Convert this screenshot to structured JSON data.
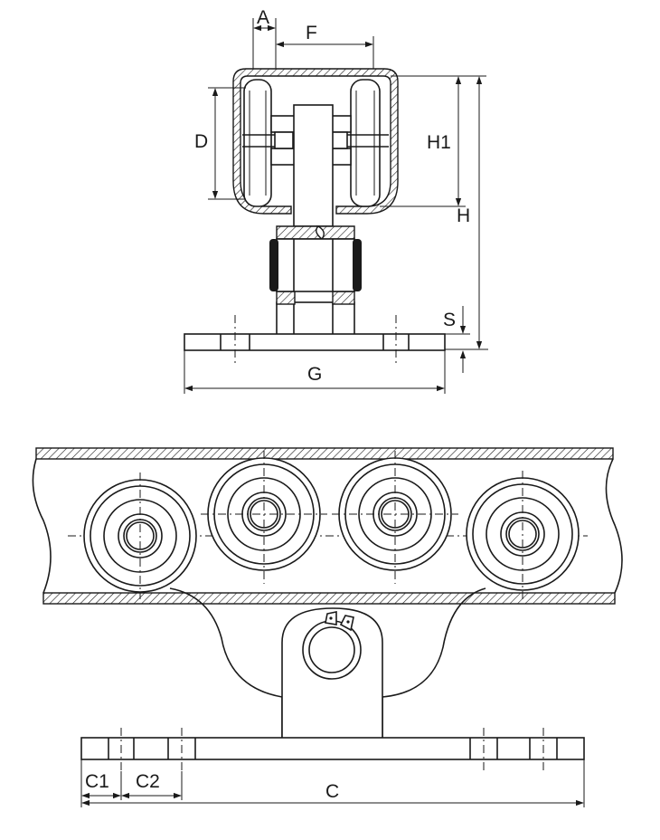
{
  "labels": {
    "A": "A",
    "F": "F",
    "D": "D",
    "H1": "H1",
    "H": "H",
    "S": "S",
    "G": "G",
    "C1": "C1",
    "C2": "C2",
    "C": "C"
  }
}
